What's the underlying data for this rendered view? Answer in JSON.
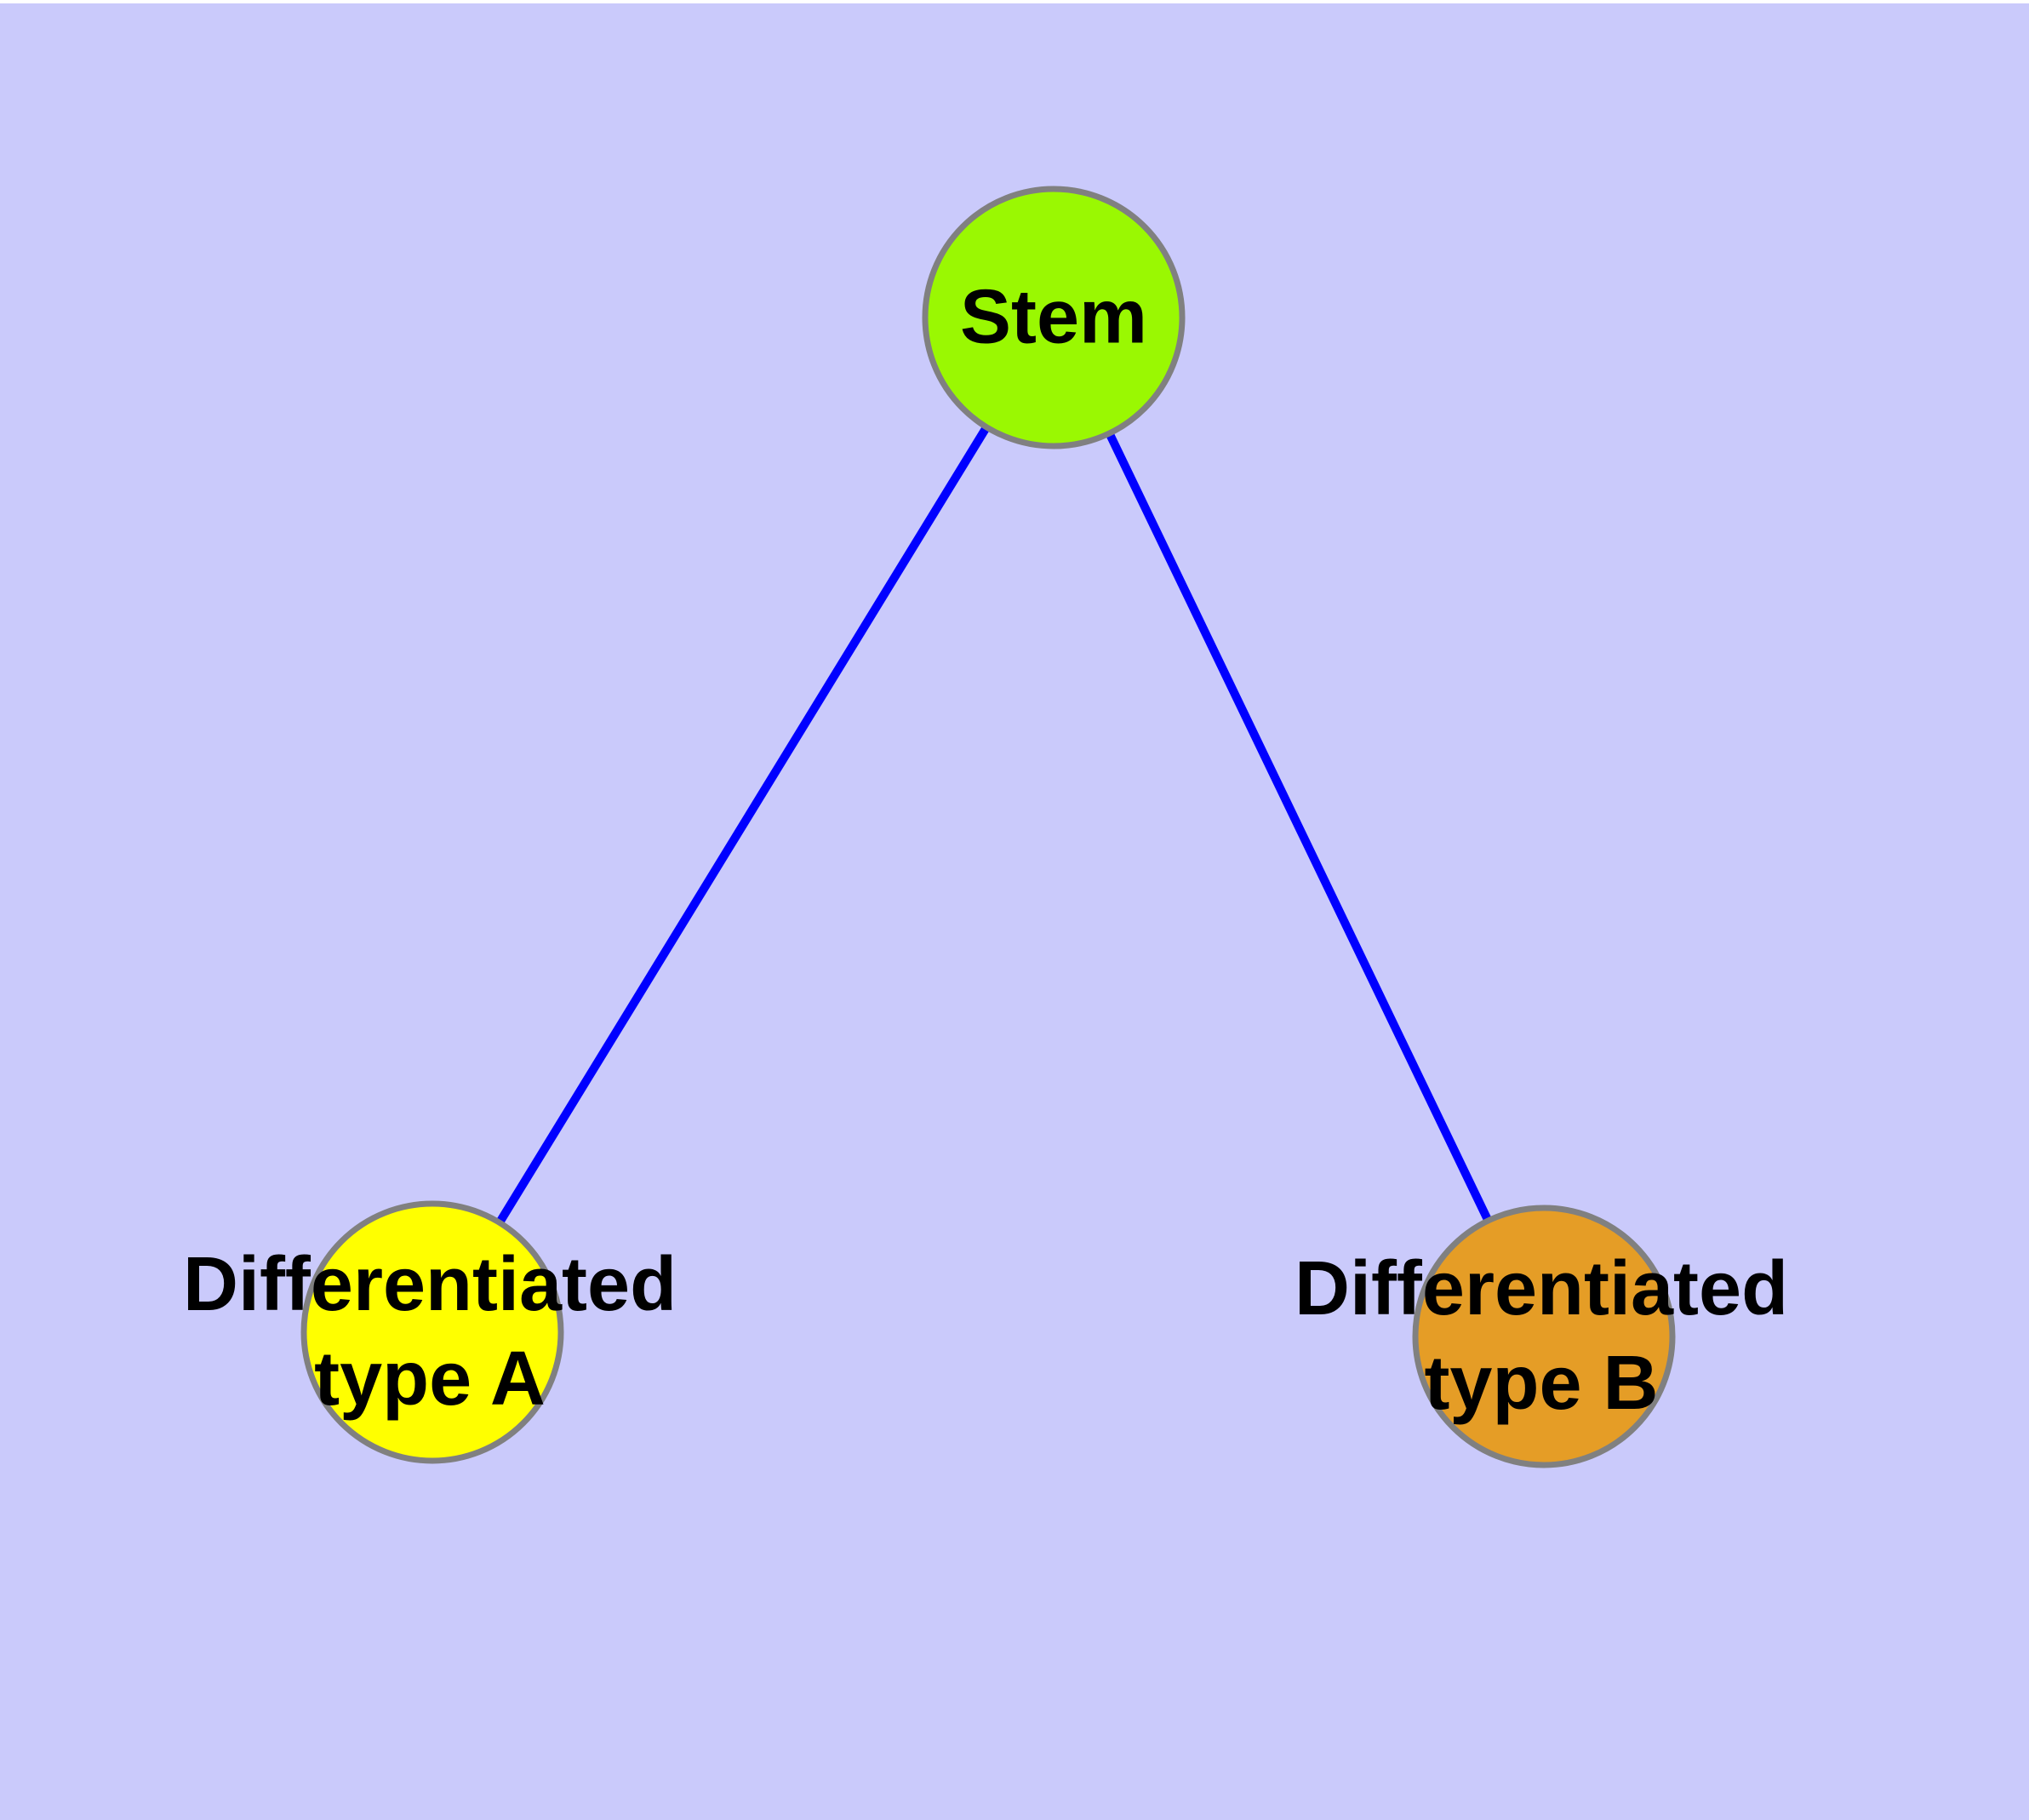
{
  "diagram": {
    "description": "Stem cell differentiation graph",
    "background_color": "#CACAFB",
    "margin_color": "#ffffff",
    "edge_color": "#0000FF",
    "node_border_color": "#808080",
    "label_text_color": "#000000",
    "nodes": [
      {
        "id": "stem",
        "label": "Stem",
        "fill_color": "#9AF802"
      },
      {
        "id": "type-a",
        "label": "Differentiated\ntype A",
        "fill_color": "#FFFF00"
      },
      {
        "id": "type-b",
        "label": "Differentiated\ntype B",
        "fill_color": "#E59D26"
      }
    ],
    "edges": [
      {
        "from": "stem",
        "to": "type-a"
      },
      {
        "from": "stem",
        "to": "type-b"
      }
    ]
  }
}
